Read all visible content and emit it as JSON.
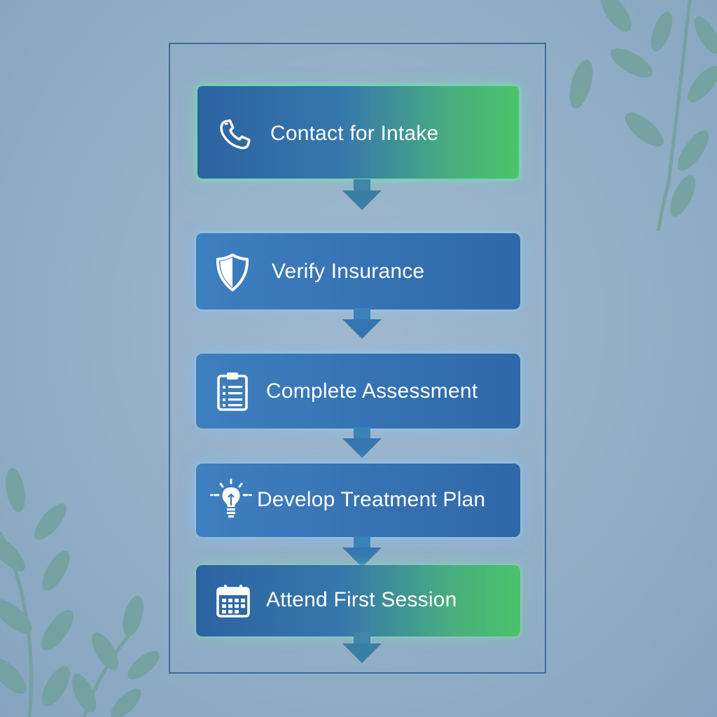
{
  "diagram": {
    "steps": [
      {
        "label": "Contact for Intake",
        "icon": "phone-icon"
      },
      {
        "label": "Verify Insurance",
        "icon": "shield-icon"
      },
      {
        "label": "Complete Assessment",
        "icon": "clipboard-icon"
      },
      {
        "label": "Develop Treatment Plan",
        "icon": "lightbulb-icon"
      },
      {
        "label": "Attend First Session",
        "icon": "calendar-icon"
      }
    ],
    "colors": {
      "background": "#93afc8",
      "step_blue": "#3574b5",
      "step_green_accent": "#4cc36a",
      "frame": "#3f6c98",
      "arrow": "#3a7fa3",
      "leaf": "#6f9f97"
    }
  }
}
